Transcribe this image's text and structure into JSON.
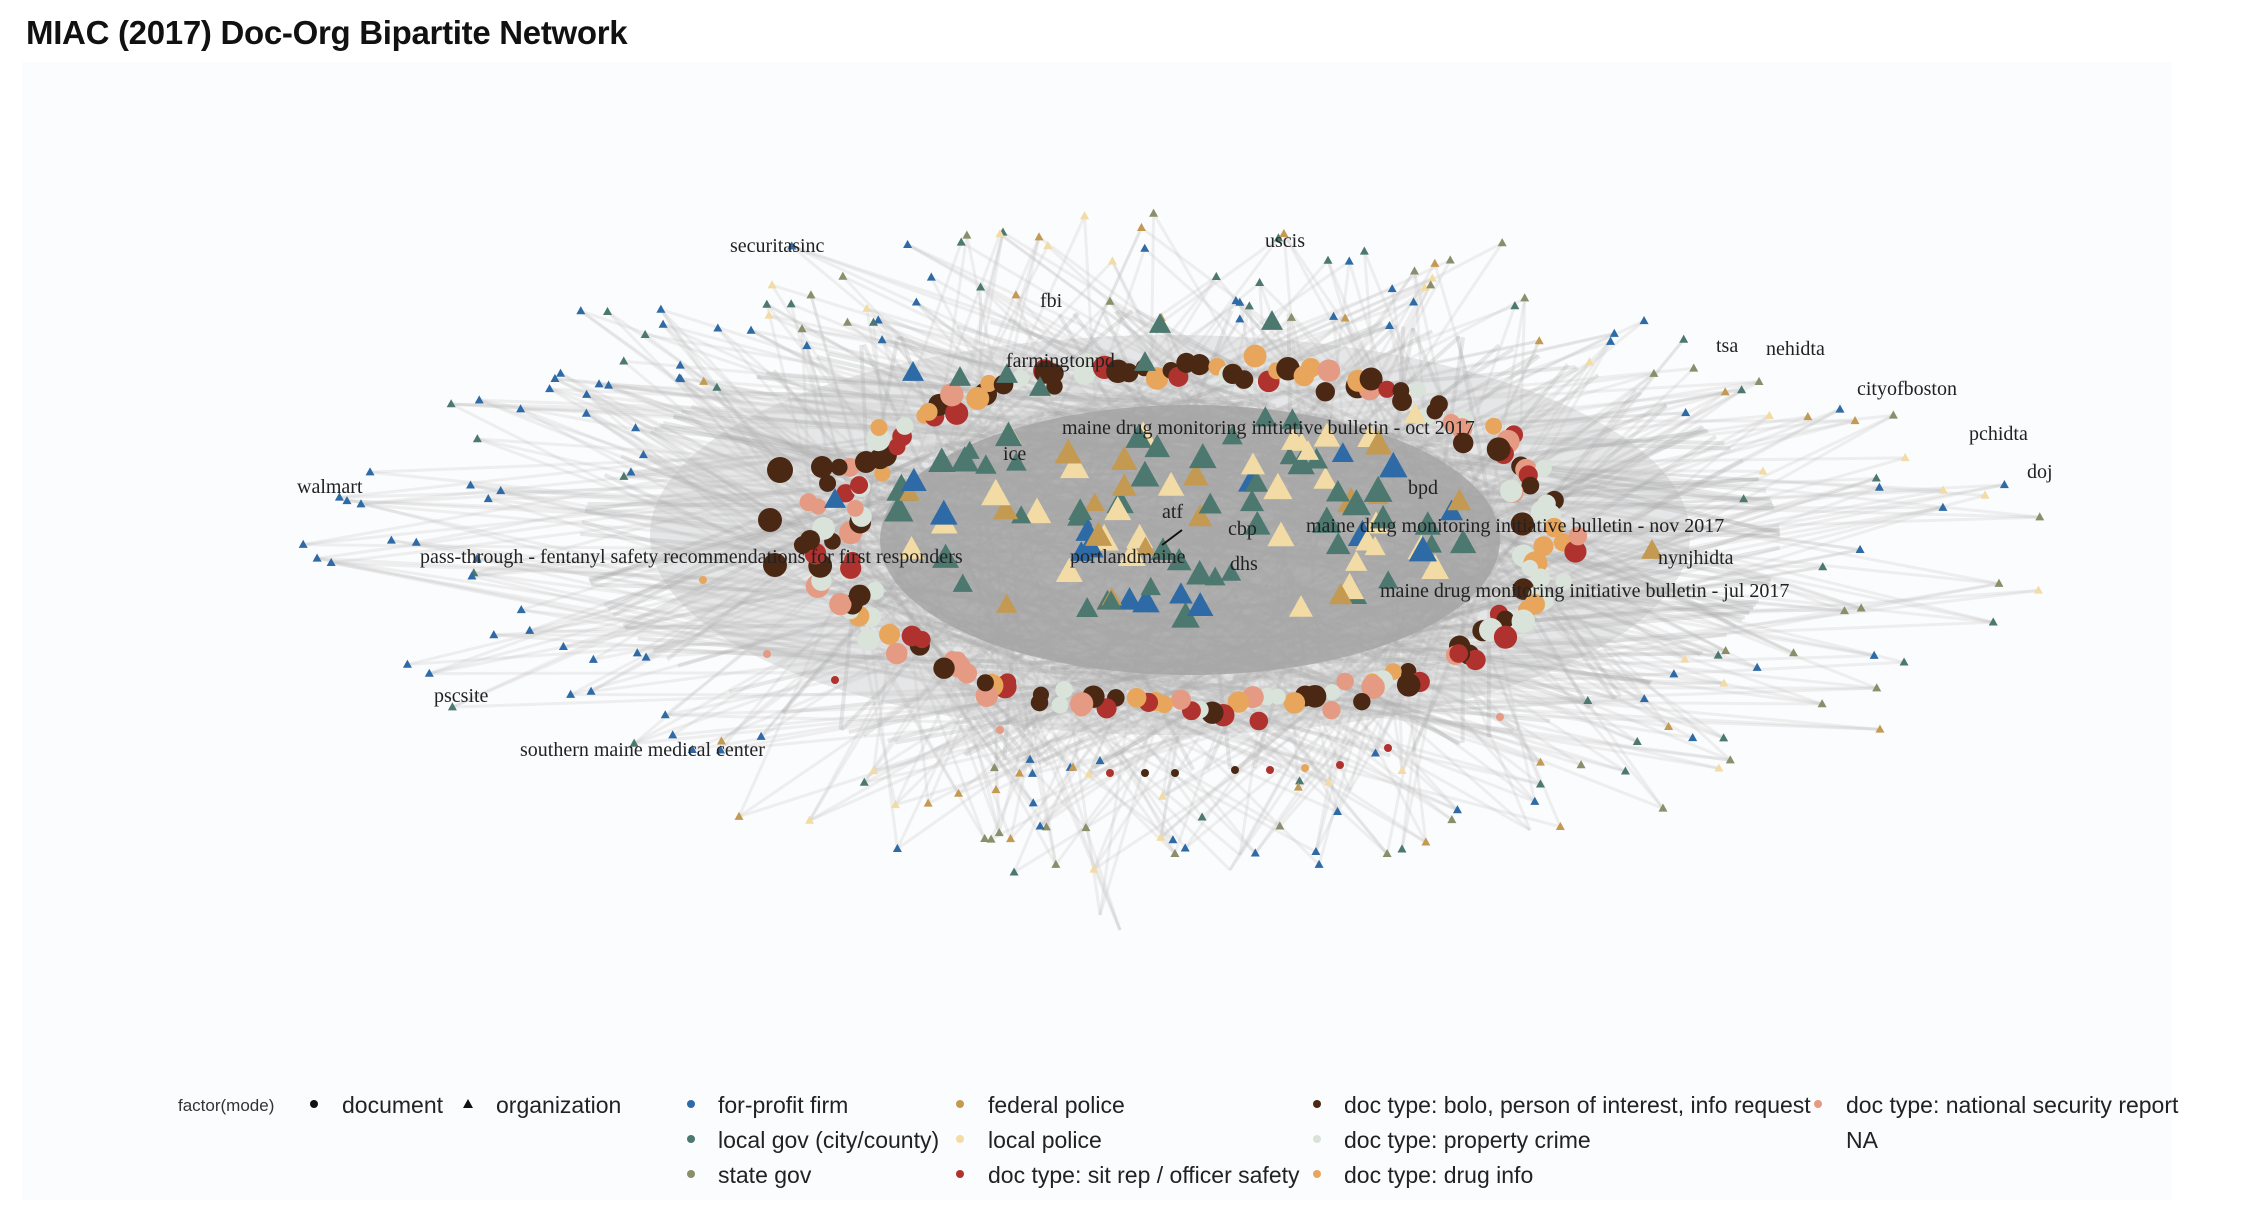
{
  "title": "MIAC (2017) Doc-Org Bipartite Network",
  "colors": {
    "for-profit firm": "#2e6aa6",
    "local gov (city/county)": "#4c7870",
    "state gov": "#8a8e6a",
    "federal police": "#c49a52",
    "local police": "#f2dba4",
    "doc type: sit rep / officer safety": "#b0322e",
    "doc type: bolo, person of interest, info request": "#4a2814",
    "doc type: property crime": "#d9e3da",
    "doc type: drug info": "#e7a65c",
    "doc type: national security report": "#e59a83",
    "NA": "#c9c9c9",
    "edge": "#bfbfbf"
  },
  "node_labels": [
    {
      "id": "securitasinc",
      "text": "securitasinc"
    },
    {
      "id": "uscis",
      "text": "uscis"
    },
    {
      "id": "fbi",
      "text": "fbi"
    },
    {
      "id": "farmingtonpd",
      "text": "farmingtonpd"
    },
    {
      "id": "tsa",
      "text": "tsa"
    },
    {
      "id": "nehidta",
      "text": "nehidta"
    },
    {
      "id": "cityofboston",
      "text": "cityofboston"
    },
    {
      "id": "pchidta",
      "text": "pchidta"
    },
    {
      "id": "doj",
      "text": "doj"
    },
    {
      "id": "mdmi-oct",
      "text": "maine drug monitoring initiative bulletin - oct 2017"
    },
    {
      "id": "ice",
      "text": "ice"
    },
    {
      "id": "bpd",
      "text": "bpd"
    },
    {
      "id": "walmart",
      "text": "walmart"
    },
    {
      "id": "atf",
      "text": "atf"
    },
    {
      "id": "cbp",
      "text": "cbp"
    },
    {
      "id": "mdmi-nov",
      "text": "maine drug monitoring initiative bulletin - nov 2017"
    },
    {
      "id": "fentanyl",
      "text": "pass-through - fentanyl safety recommendations for first responders"
    },
    {
      "id": "portlandmaine",
      "text": "portlandmaine"
    },
    {
      "id": "dhs",
      "text": "dhs"
    },
    {
      "id": "nynjhidta",
      "text": "nynjhidta"
    },
    {
      "id": "mdmi-jul",
      "text": "maine drug monitoring initiative bulletin - jul 2017"
    },
    {
      "id": "pscsite",
      "text": "pscsite"
    },
    {
      "id": "smmc",
      "text": "southern maine medical center"
    }
  ],
  "legend": {
    "shape_title": "factor(mode)",
    "shapes": [
      {
        "label": "document",
        "shape": "circle"
      },
      {
        "label": "organization",
        "shape": "triangle"
      }
    ],
    "colors": [
      {
        "label": "for-profit firm",
        "color": "#2e6aa6"
      },
      {
        "label": "local gov (city/county)",
        "color": "#4c7870"
      },
      {
        "label": "state gov",
        "color": "#8a8e6a"
      },
      {
        "label": "federal police",
        "color": "#c49a52"
      },
      {
        "label": "local police",
        "color": "#f2dba4"
      },
      {
        "label": "doc type: sit rep / officer safety",
        "color": "#b0322e"
      },
      {
        "label": "doc type: bolo, person of interest, info request",
        "color": "#4a2814"
      },
      {
        "label": "doc type: property crime",
        "color": "#d9e3da"
      },
      {
        "label": "doc type: drug info",
        "color": "#e7a65c"
      },
      {
        "label": "doc type: national security report",
        "color": "#e59a83"
      },
      {
        "label": "NA",
        "color": "#c9c9c9"
      }
    ]
  }
}
